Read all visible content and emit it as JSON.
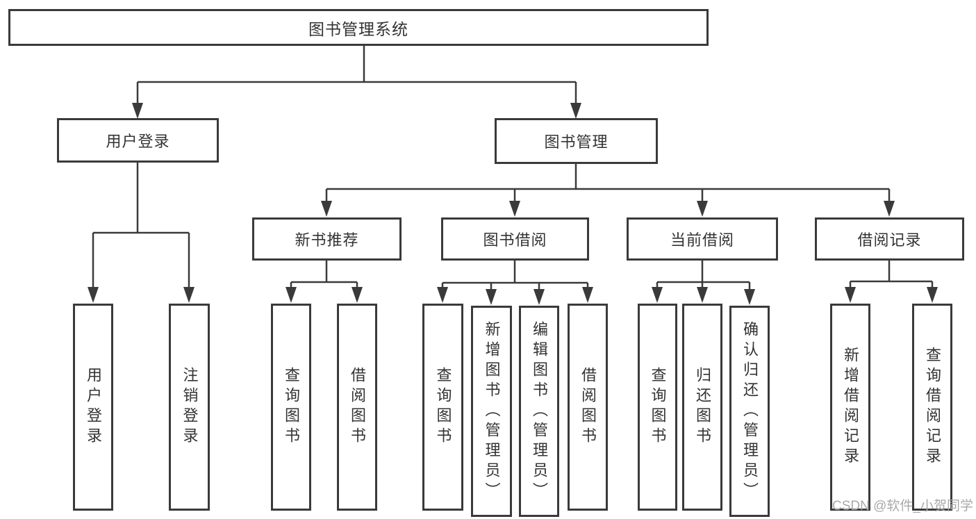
{
  "diagram": {
    "type": "tree-diagram",
    "title": "图书管理系统",
    "line_color": "#3a3a3a",
    "box_background": "#ffffff",
    "text_color": "#333333"
  },
  "tree": {
    "label": "图书管理系统",
    "children": [
      {
        "label": "用户登录",
        "children": [
          {
            "label": "用户登录"
          },
          {
            "label": "注销登录"
          }
        ]
      },
      {
        "label": "图书管理",
        "children": [
          {
            "label": "新书推荐",
            "children": [
              {
                "label": "查询图书"
              },
              {
                "label": "借阅图书"
              }
            ]
          },
          {
            "label": "图书借阅",
            "children": [
              {
                "label": "查询图书"
              },
              {
                "label": "新增图书（管理员）"
              },
              {
                "label": "编辑图书（管理员）"
              },
              {
                "label": "借阅图书"
              }
            ]
          },
          {
            "label": "当前借阅",
            "children": [
              {
                "label": "查询图书"
              },
              {
                "label": "归还图书"
              },
              {
                "label": "确认归还（管理员）"
              }
            ]
          },
          {
            "label": "借阅记录",
            "children": [
              {
                "label": "新增借阅记录"
              },
              {
                "label": "查询借阅记录"
              }
            ]
          }
        ]
      }
    ]
  },
  "watermark": {
    "text": "CSDN @软件_小贺同学",
    "color": "#a9a9a9"
  }
}
